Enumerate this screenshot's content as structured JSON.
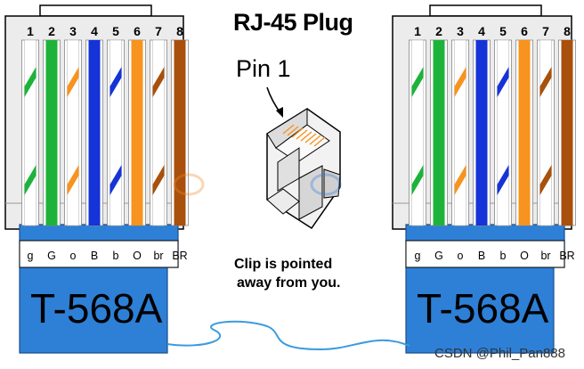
{
  "title": "RJ-45 Plug",
  "pin_label": "Pin 1",
  "clip_note_line1": "Clip is pointed",
  "clip_note_line2": "away from you.",
  "watermark": "CSDN @Phil_Pan888",
  "plugs": [
    {
      "standard": "T-568A",
      "pin_numbers": [
        "1",
        "2",
        "3",
        "4",
        "5",
        "6",
        "7",
        "8"
      ],
      "wire_codes": [
        "g",
        "G",
        "o",
        "B",
        "b",
        "O",
        "br",
        "BR"
      ]
    },
    {
      "standard": "T-568A",
      "pin_numbers": [
        "1",
        "2",
        "3",
        "4",
        "5",
        "6",
        "7",
        "8"
      ],
      "wire_codes": [
        "g",
        "G",
        "o",
        "B",
        "b",
        "O",
        "br",
        "BR"
      ]
    }
  ],
  "wires": [
    {
      "code": "g",
      "color": "#1db33a",
      "striped": true
    },
    {
      "code": "G",
      "color": "#1db33a",
      "striped": false
    },
    {
      "code": "o",
      "color": "#f7931e",
      "striped": true
    },
    {
      "code": "B",
      "color": "#1533d6",
      "striped": false
    },
    {
      "code": "b",
      "color": "#1533d6",
      "striped": true
    },
    {
      "code": "O",
      "color": "#f7931e",
      "striped": false
    },
    {
      "code": "br",
      "color": "#a8500c",
      "striped": true
    },
    {
      "code": "BR",
      "color": "#a8500c",
      "striped": false
    }
  ],
  "colors": {
    "boot": "#2e7fd6",
    "label_band": "#ffffff",
    "cable": "#3a9be0",
    "body": "#e9e9e9",
    "outline": "#000000"
  }
}
